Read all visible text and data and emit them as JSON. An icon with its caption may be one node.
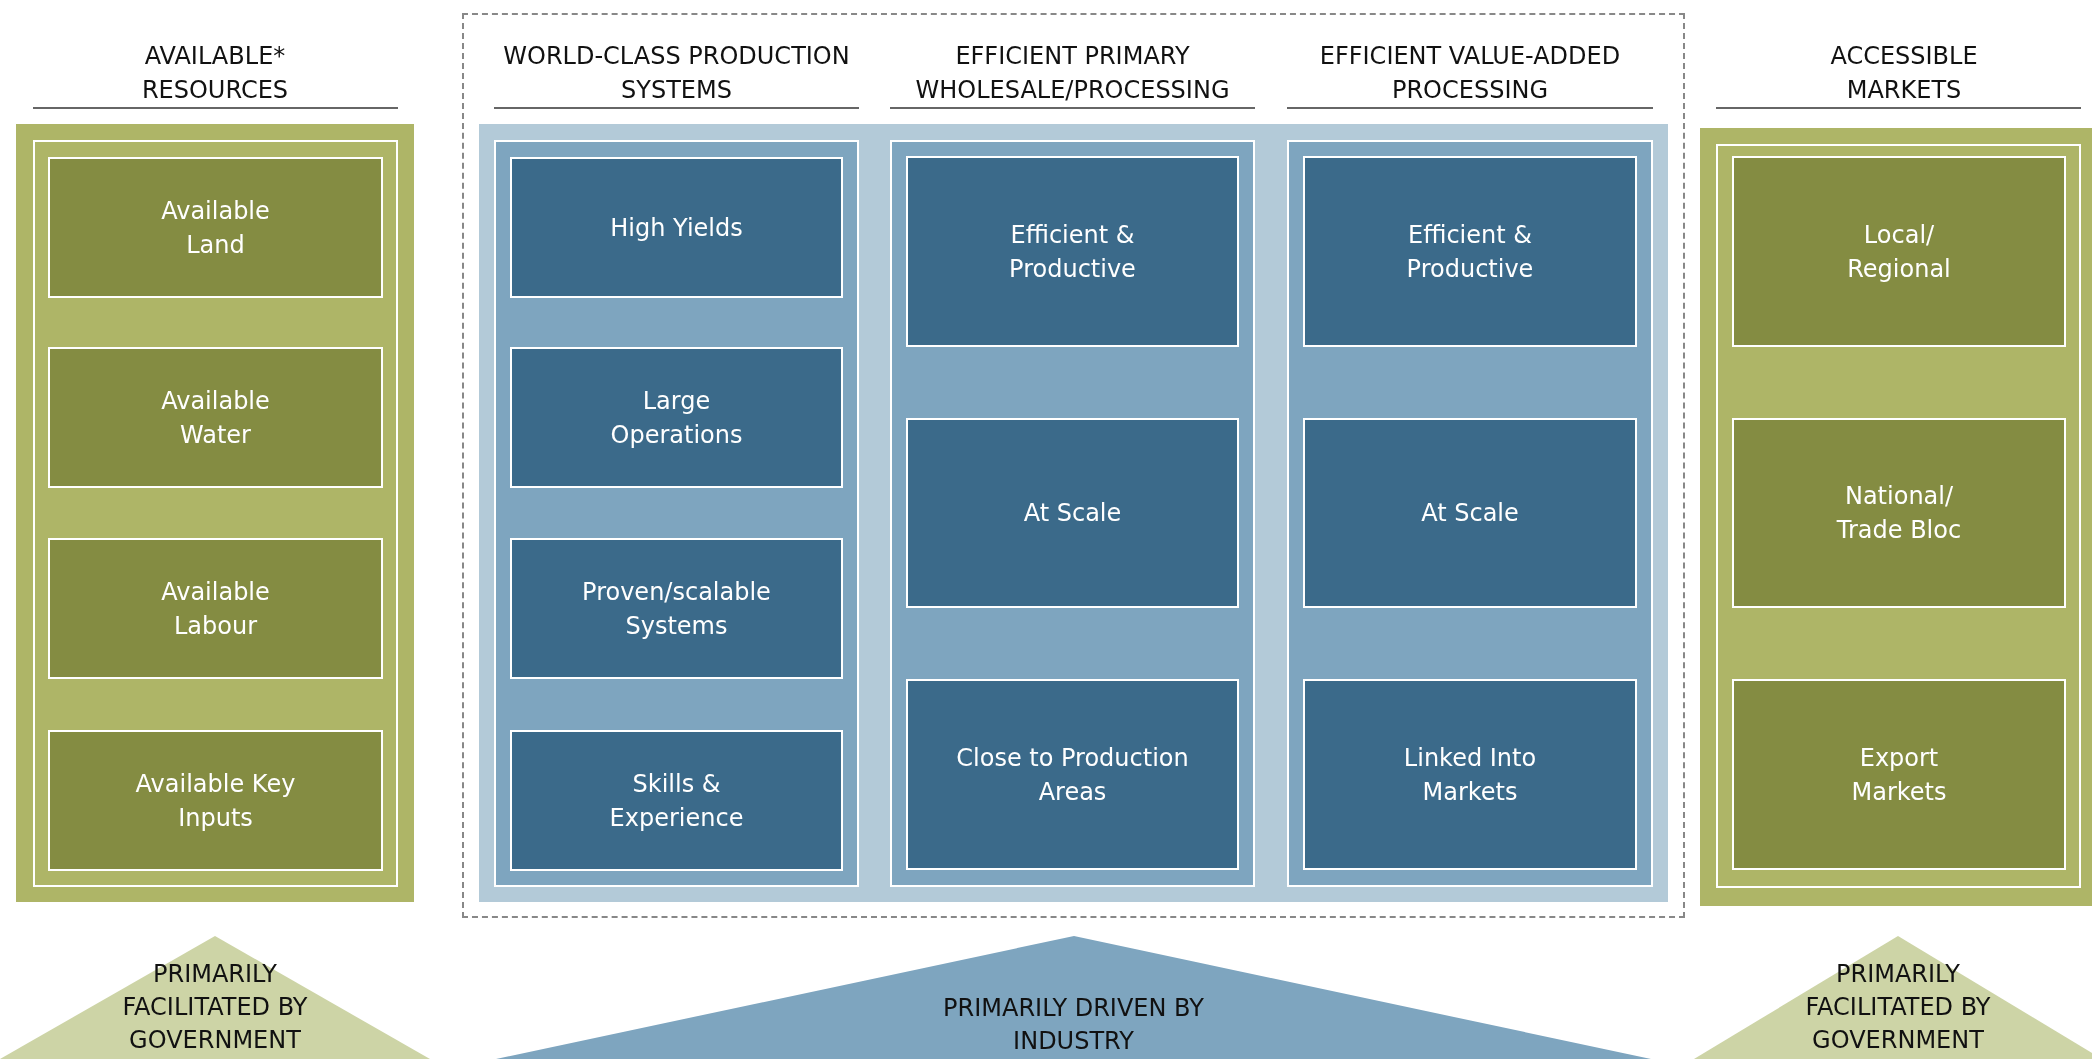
{
  "diagram": {
    "nodes": [
      {
        "text": [
          "AVAILABLE* RESOURCES"
        ]
      },
      {
        "text": [
          "Available Land"
        ],
        "in": 0
      },
      {
        "text": [
          "Available Water"
        ],
        "in": 0
      },
      {
        "text": [
          "Available Labour"
        ],
        "in": 0
      },
      {
        "text": [
          "Available Key Inputs"
        ],
        "in": 0
      },
      {
        "text": [],
        "shape": "box"
      },
      {
        "text": [
          "WORLD-CLASS PRODUCTION SYSTEMS"
        ],
        "in": 5
      },
      {
        "text": [
          "High Yields"
        ],
        "in": 6
      },
      {
        "text": [
          "Large Operations"
        ],
        "in": 6
      },
      {
        "text": [
          "Proven/scalable Systems"
        ],
        "in": 6
      },
      {
        "text": [
          "Skills & Experience"
        ],
        "in": 6
      },
      {
        "text": [
          "EFFICIENT PRIMARY WHOLESALE/PROCESSING"
        ],
        "in": 5
      },
      {
        "text": [
          "Efficient & Productive"
        ],
        "in": 11
      },
      {
        "text": [
          "At Scale"
        ],
        "in": 11
      },
      {
        "text": [
          "Close to Production Areas"
        ],
        "in": 11
      },
      {
        "text": [
          "EFFICIENT VALUE-ADDED PROCESSING"
        ],
        "in": 5
      },
      {
        "text": [
          "Efficient & Productive"
        ],
        "in": 15
      },
      {
        "text": [
          "At Scale"
        ],
        "in": 15
      },
      {
        "text": [
          "Linked Into Markets"
        ],
        "in": 15
      },
      {
        "text": [
          "ACCESSIBLE MARKETS"
        ]
      },
      {
        "text": [
          "Local/ Regional"
        ],
        "in": 19
      },
      {
        "text": [
          "National/ Trade Bloc"
        ],
        "in": 19
      },
      {
        "text": [
          "Export Markets"
        ],
        "in": 19
      },
      {
        "text": [
          "PRIMARILY FACILITATED BY GOVERNMENT"
        ]
      },
      {
        "text": [
          "PRIMARILY DRIVEN BY INDUSTRY"
        ]
      },
      {
        "text": [
          "PRIMARILY FACILITATED BY GOVERNMENT"
        ]
      }
    ]
  }
}
